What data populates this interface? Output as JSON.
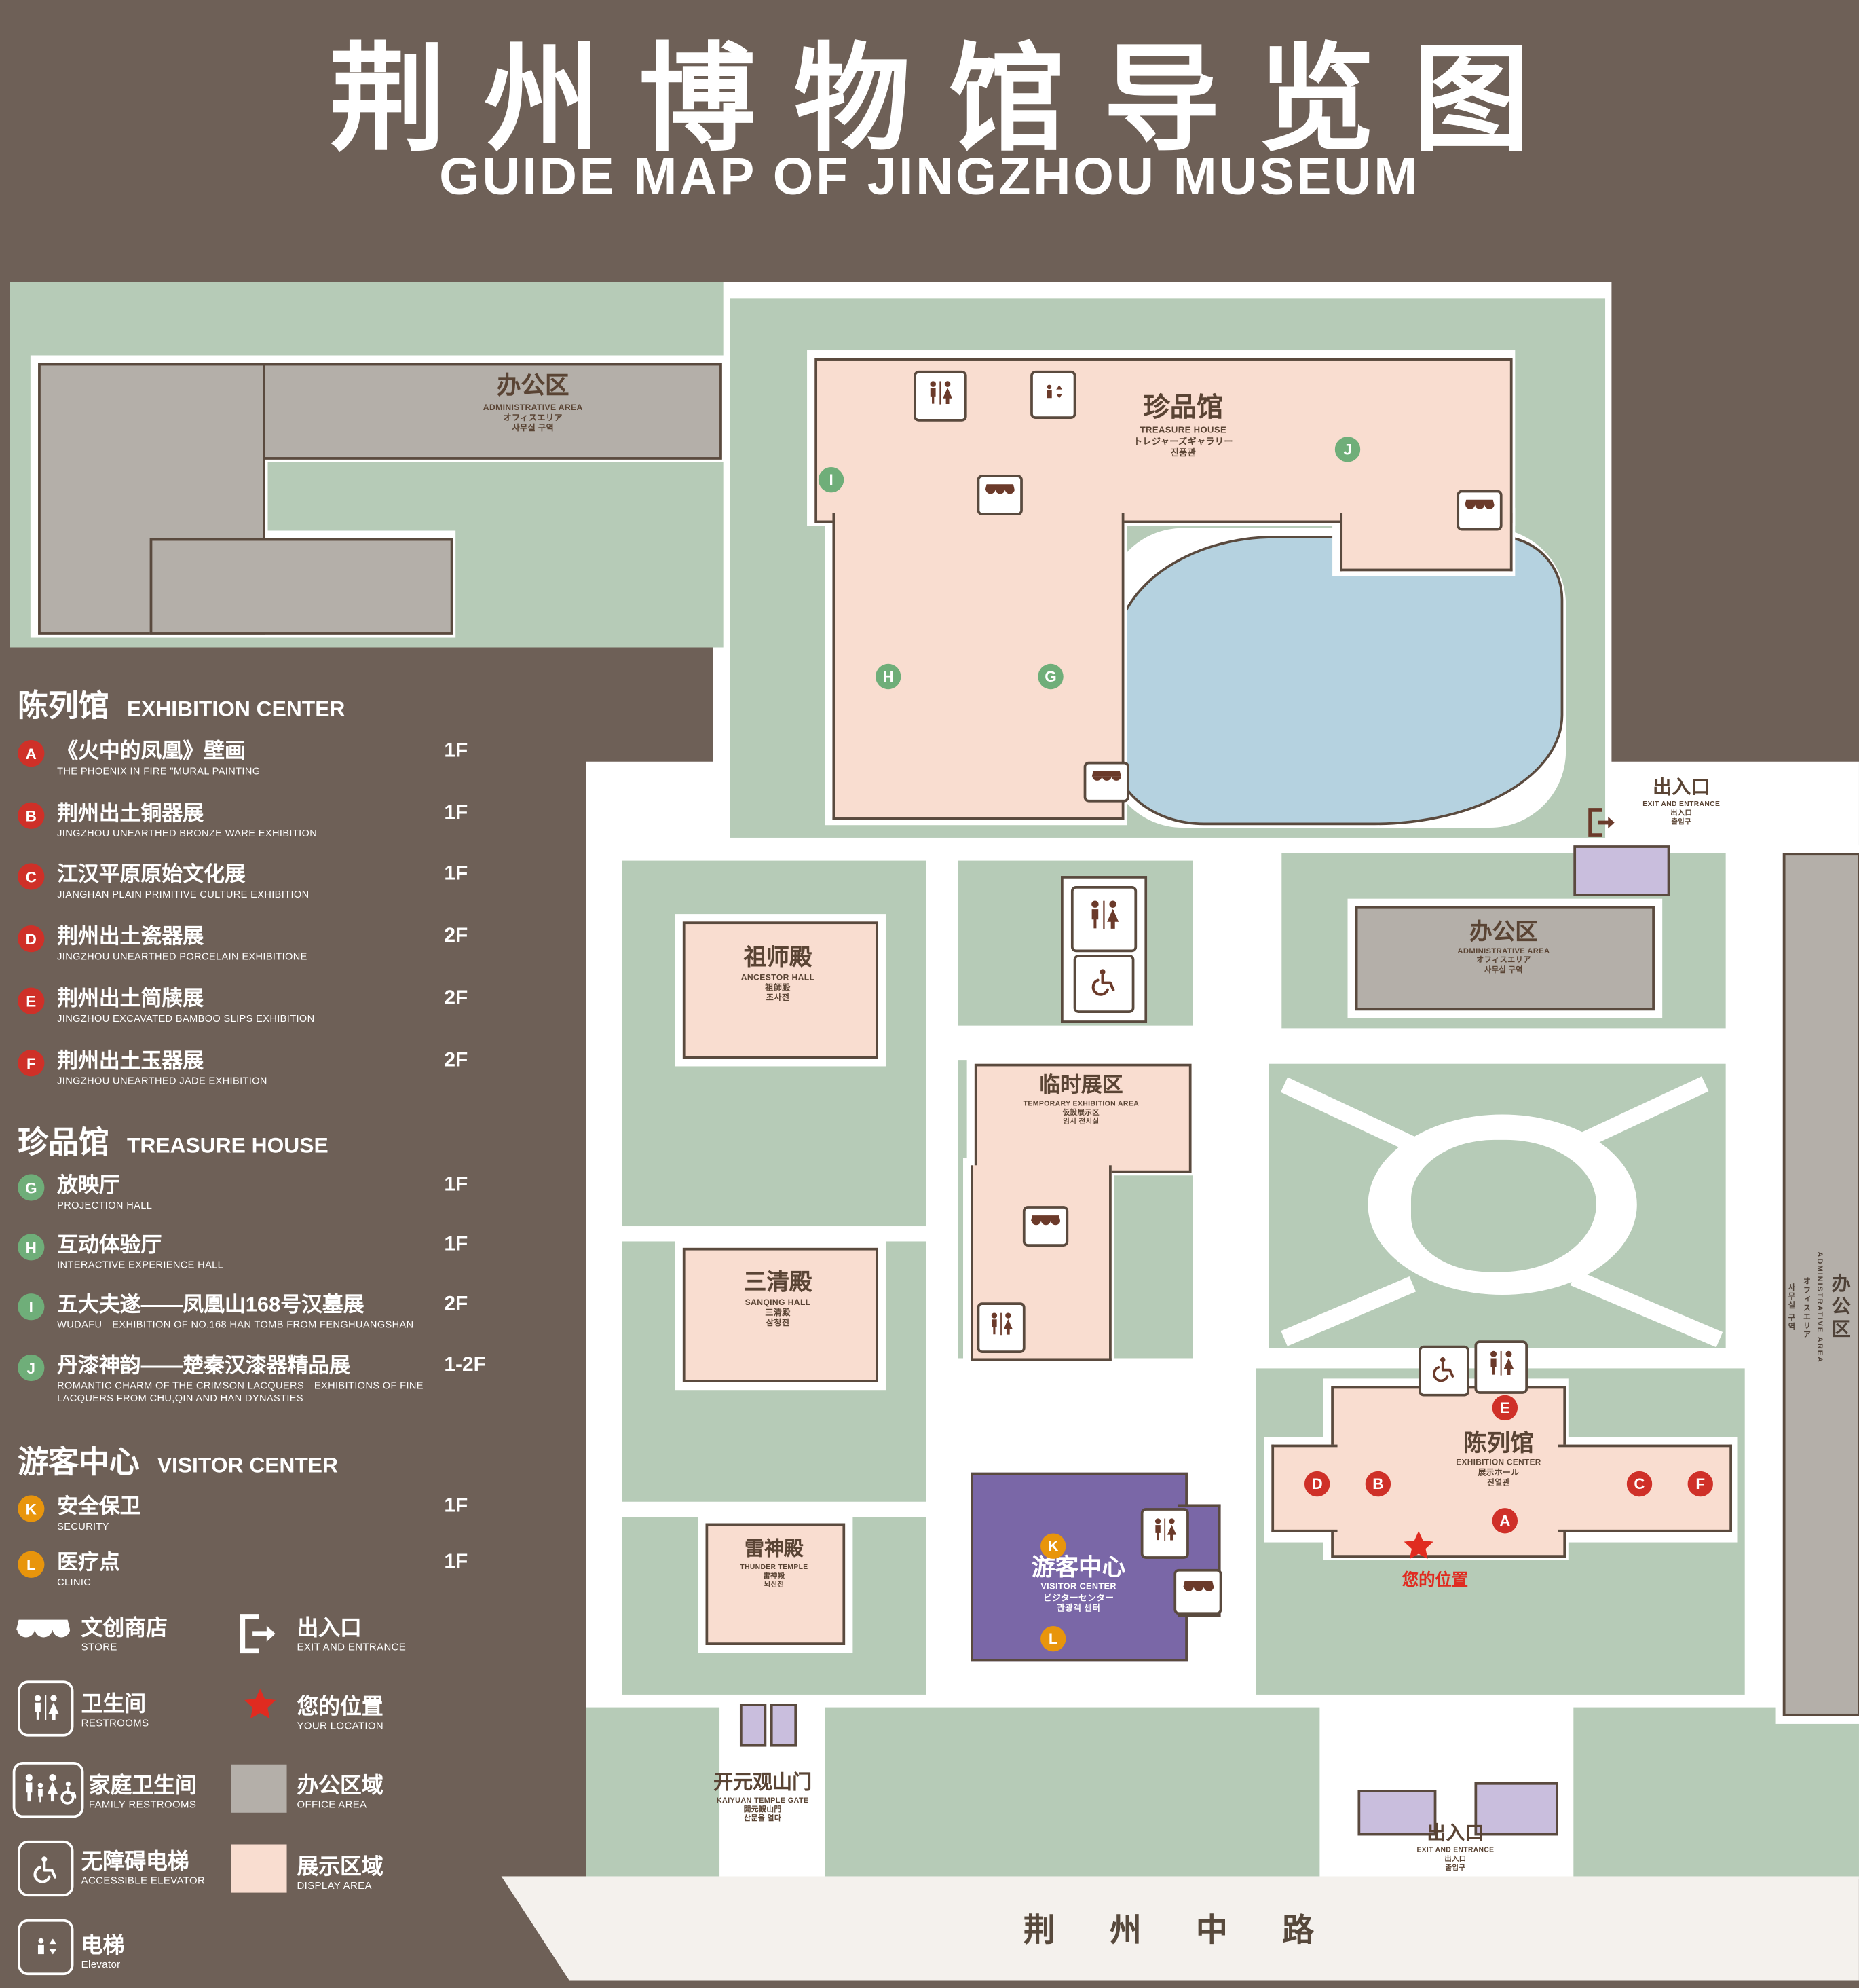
{
  "title": {
    "zh": "荆州博物馆导览图",
    "en": "GUIDE MAP OF JINGZHOU MUSEUM"
  },
  "colors": {
    "background": "#6e6057",
    "lawn": "#b6cbb7",
    "display_area": "#f9ddd0",
    "office_area": "#b4afa9",
    "pond": "#b5d2e0",
    "visitor_center": "#7a67a7",
    "entrance_building": "#c9bedd",
    "marker_red": "#cf3028",
    "marker_green": "#6fae79",
    "marker_orange": "#e8950c",
    "icon_brown": "#6b3a2a",
    "location_red": "#e02b20"
  },
  "legend": {
    "sections": [
      {
        "zh": "陈列馆",
        "en": "EXHIBITION CENTER",
        "items": [
          {
            "key": "A",
            "zh": "《火中的凤凰》壁画",
            "en": "THE PHOENIX IN FIRE \"MURAL PAINTING",
            "floor": "1F"
          },
          {
            "key": "B",
            "zh": "荆州出土铜器展",
            "en": "JINGZHOU UNEARTHED BRONZE WARE EXHIBITION",
            "floor": "1F"
          },
          {
            "key": "C",
            "zh": "江汉平原原始文化展",
            "en": "JIANGHAN PLAIN PRIMITIVE CULTURE EXHIBITION",
            "floor": "1F"
          },
          {
            "key": "D",
            "zh": "荆州出土瓷器展",
            "en": "JINGZHOU UNEARTHED PORCELAIN EXHIBITIONE",
            "floor": "2F"
          },
          {
            "key": "E",
            "zh": "荆州出土简牍展",
            "en": "JINGZHOU EXCAVATED BAMBOO SLIPS EXHIBITION",
            "floor": "2F"
          },
          {
            "key": "F",
            "zh": "荆州出土玉器展",
            "en": "JINGZHOU UNEARTHED JADE EXHIBITION",
            "floor": "2F"
          }
        ]
      },
      {
        "zh": "珍品馆",
        "en": "TREASURE HOUSE",
        "items": [
          {
            "key": "G",
            "zh": "放映厅",
            "en": "PROJECTION HALL",
            "floor": "1F"
          },
          {
            "key": "H",
            "zh": "互动体验厅",
            "en": "INTERACTIVE EXPERIENCE HALL",
            "floor": "1F"
          },
          {
            "key": "I",
            "zh": "五大夫遂——凤凰山168号汉墓展",
            "en": "WUDAFU—EXHIBITION OF NO.168 HAN TOMB FROM FENGHUANGSHAN",
            "floor": "2F"
          },
          {
            "key": "J",
            "zh": "丹漆神韵——楚秦汉漆器精品展",
            "en": "ROMANTIC CHARM OF THE CRIMSON LACQUERS—EXHIBITIONS OF FINE LACQUERS FROM CHU,QIN AND HAN DYNASTIES",
            "floor": "1-2F"
          }
        ]
      },
      {
        "zh": "游客中心",
        "en": "VISITOR CENTER",
        "items": [
          {
            "key": "K",
            "zh": "安全保卫",
            "en": "SECURITY",
            "floor": "1F"
          },
          {
            "key": "L",
            "zh": "医疗点",
            "en": "CLINIC",
            "floor": "1F"
          }
        ]
      }
    ],
    "symbols": {
      "store": {
        "zh": "文创商店",
        "en": "STORE"
      },
      "exit": {
        "zh": "出入口",
        "en": "EXIT AND ENTRANCE"
      },
      "restrooms": {
        "zh": "卫生间",
        "en": "RESTROOMS"
      },
      "location": {
        "zh": "您的位置",
        "en": "YOUR LOCATION"
      },
      "family_restrooms": {
        "zh": "家庭卫生间",
        "en": "FAMILY RESTROOMS"
      },
      "office_area": {
        "zh": "办公区域",
        "en": "OFFICE AREA"
      },
      "accessible_elevator": {
        "zh": "无障碍电梯",
        "en": "ACCESSIBLE ELEVATOR"
      },
      "display_area": {
        "zh": "展示区域",
        "en": "DISPLAY AREA"
      },
      "elevator": {
        "zh": "电梯",
        "en": "Elevator"
      }
    }
  },
  "map": {
    "admin_nw": {
      "zh": "办公区",
      "en": "ADMINISTRATIVE AREA",
      "ja": "オフィスエリア",
      "ko": "사무실 구역"
    },
    "treasure_house": {
      "zh": "珍品馆",
      "en": "TREASURE HOUSE",
      "ja": "トレジャーズギャラリー",
      "ko": "진품관"
    },
    "exit_east": {
      "zh": "出入口",
      "en": "EXIT AND ENTRANCE",
      "ja": "出入口",
      "ko": "출입구"
    },
    "ancestor_hall": {
      "zh": "祖师殿",
      "en": "ANCESTOR HALL",
      "ja": "祖師殿",
      "ko": "조사전"
    },
    "admin_east": {
      "zh": "办公区",
      "en": "ADMINISTRATIVE AREA",
      "ja": "オフィスエリア",
      "ko": "사무실 구역"
    },
    "temporary": {
      "zh": "临时展区",
      "en": "TEMPORARY EXHIBITION AREA",
      "ja": "仮設展示区",
      "ko": "임시 전시실"
    },
    "sanqing": {
      "zh": "三清殿",
      "en": "SANQING HALL",
      "ja": "三清殿",
      "ko": "삼청전"
    },
    "thunder": {
      "zh": "雷神殿",
      "en": "THUNDER TEMPLE",
      "ja": "雷神殿",
      "ko": "뇌신전"
    },
    "visitor": {
      "zh": "游客中心",
      "en": "VISITOR CENTER",
      "ja": "ビジターセンター",
      "ko": "관광객 센터"
    },
    "exhibition": {
      "zh": "陈列馆",
      "en": "EXHIBITION CENTER",
      "ja": "展示ホール",
      "ko": "진열관"
    },
    "gate": {
      "zh": "开元观山门",
      "en": "KAIYUAN TEMPLE GATE",
      "ja": "開元観山門",
      "ko": "산문을 열다"
    },
    "exit_south": {
      "zh": "出入口",
      "en": "EXIT AND ENTRANCE",
      "ja": "出入口",
      "ko": "출입구"
    },
    "admin_right": {
      "zh": "办公区",
      "en": "ADMINISTRATIVE AREA",
      "ja": "オフィスエリア",
      "ko": "사무실 구역"
    },
    "your_location": "您的位置",
    "road": "荆 州 中 路",
    "markers": {
      "A": "A",
      "B": "B",
      "C": "C",
      "D": "D",
      "E": "E",
      "F": "F",
      "G": "G",
      "H": "H",
      "I": "I",
      "J": "J",
      "K": "K",
      "L": "L"
    }
  }
}
